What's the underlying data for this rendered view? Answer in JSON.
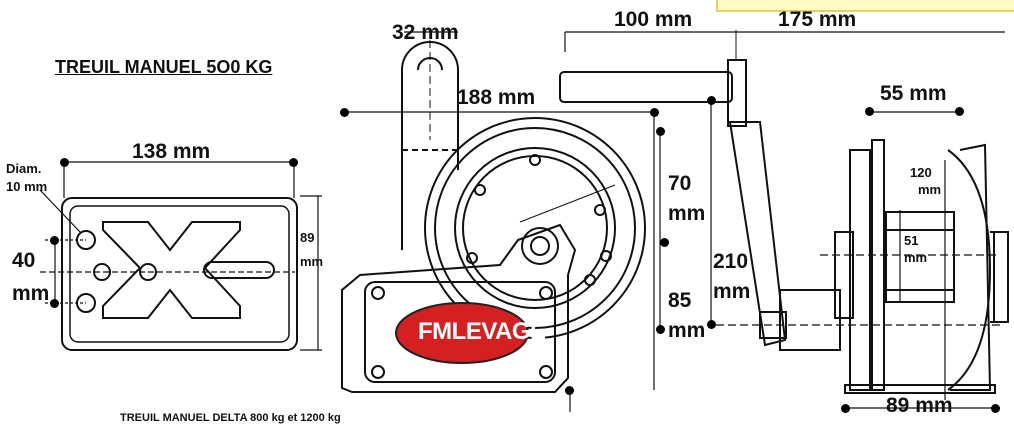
{
  "title": "TREUIL MANUEL 5O0 KG",
  "caption": "TREUIL MANUEL DELTA 800 kg et 1200 kg",
  "logo_text": "FMLEVAGE",
  "colors": {
    "logo_red": "#d42020",
    "line": "#111111",
    "note_bg": "#fffcc8",
    "note_border": "#e5d35a"
  },
  "dimensions": {
    "width_138": "138 mm",
    "diam_a": "Diam.",
    "diam_b": "10 mm",
    "h40_a": "40",
    "h40_b": "mm",
    "h89_a": "89",
    "h89_b": "mm",
    "top_32": "32 mm",
    "top_100": "100 mm",
    "top_175": "175 mm",
    "w188": "188 mm",
    "h70_a": "70",
    "h70_b": "mm",
    "h85_a": "85",
    "h85_b": "mm",
    "h210_a": "210",
    "h210_b": "mm",
    "w55": "55 mm",
    "d120_a": "120",
    "d120_b": "mm",
    "d51_a": "51",
    "d51_b": "mm",
    "w89": "89 mm"
  }
}
